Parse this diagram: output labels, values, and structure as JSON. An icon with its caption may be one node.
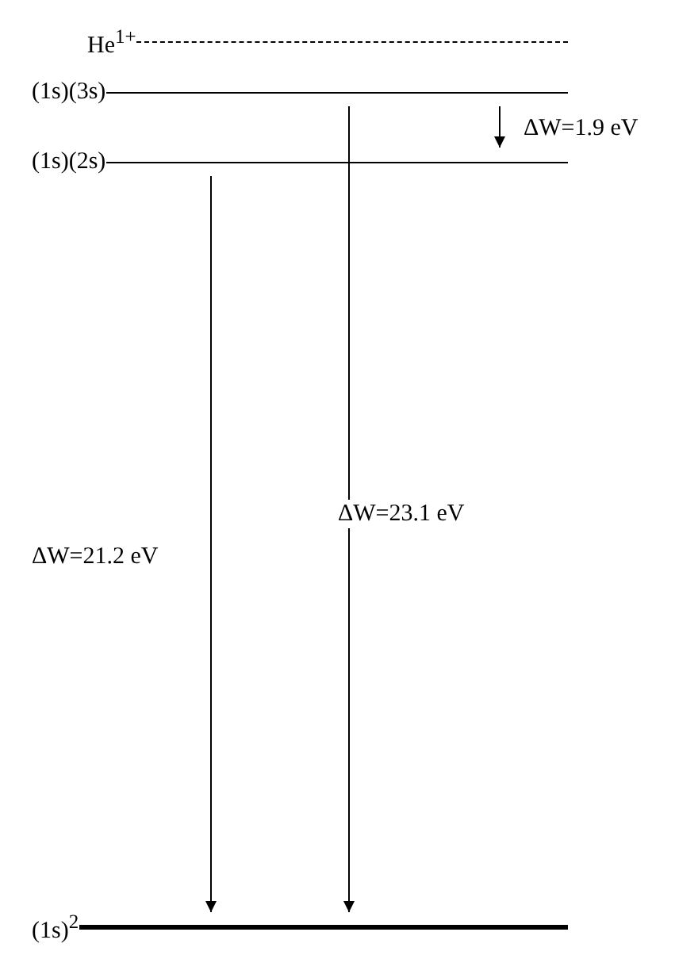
{
  "diagram": {
    "nodes": [
      {
        "text": [
          "He$^{1+}$"
        ]
      },
      {
        "text": [
          "(1s)(3s)"
        ]
      },
      {
        "text": [
          "(1s)(2s)"
        ]
      },
      {
        "text": [
          "(1s)$^{2}$"
        ]
      }
    ],
    "edges": [
      {
        "from": 1,
        "to": 2,
        "arrow": "to",
        "label": "ΔW=1.9 eV"
      },
      {
        "from": 2,
        "to": 3,
        "arrow": "to",
        "label": "ΔW=21.2 eV"
      },
      {
        "from": 1,
        "to": 3,
        "arrow": "to",
        "label": "ΔW=23.1 eV"
      }
    ]
  }
}
